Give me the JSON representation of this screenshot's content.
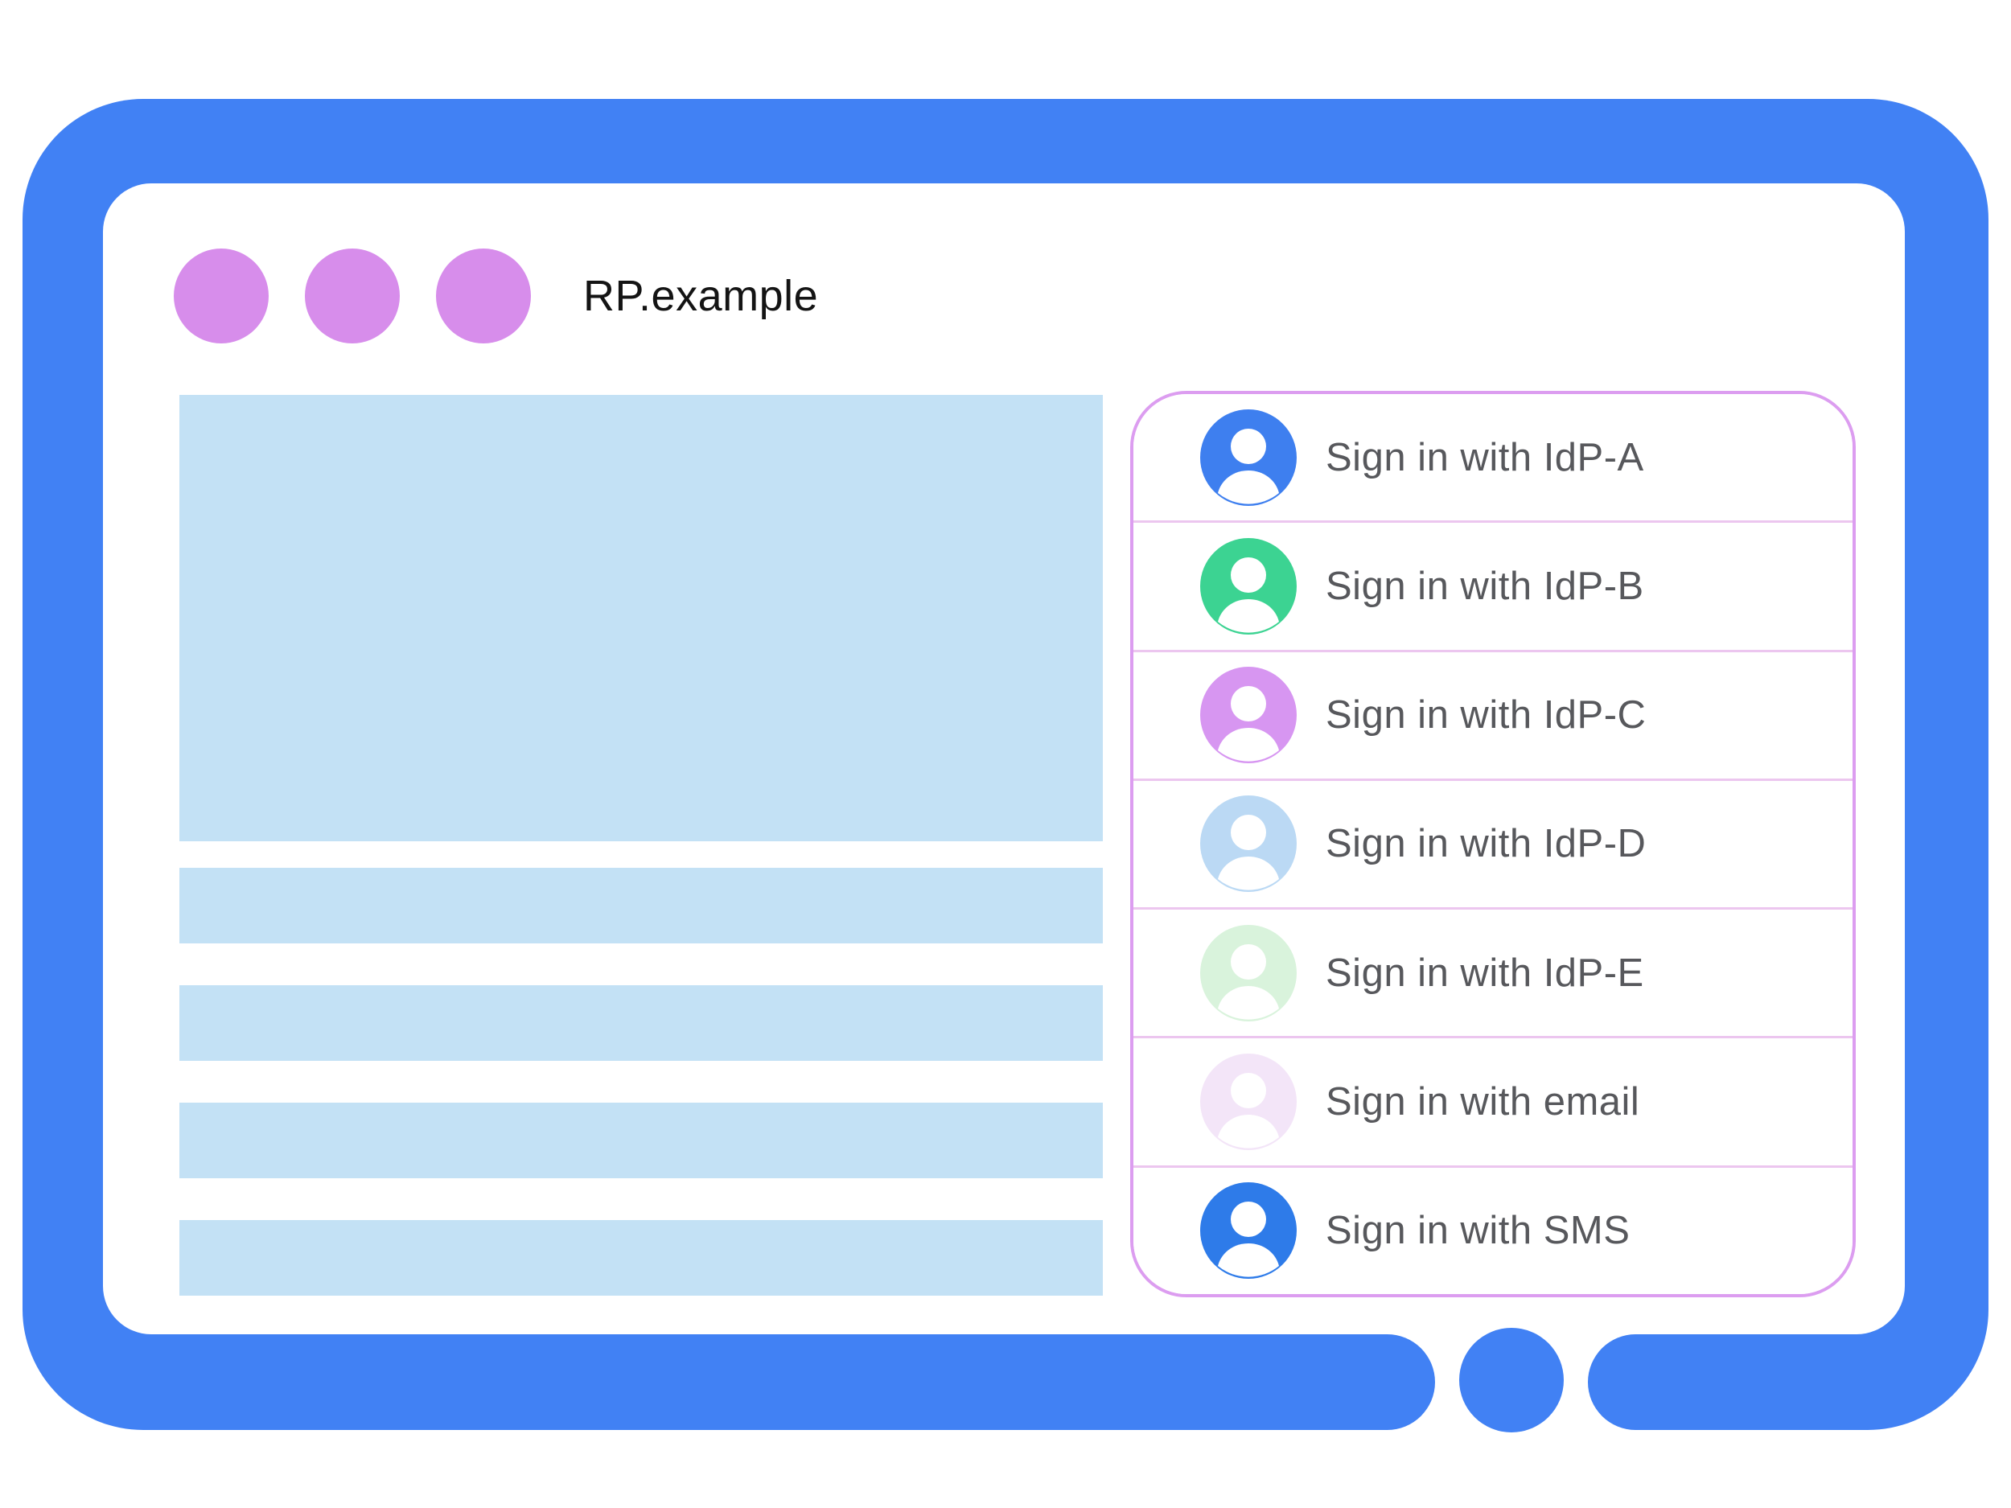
{
  "browser": {
    "address_text": "RP.example",
    "window_dots_count": 3
  },
  "signin_panel": {
    "items": [
      {
        "label": "Sign in with IdP-A",
        "avatar_color": "#3E7FEF"
      },
      {
        "label": "Sign in with IdP-B",
        "avatar_color": "#3CD392"
      },
      {
        "label": "Sign in with IdP-C",
        "avatar_color": "#D796F1"
      },
      {
        "label": "Sign in with IdP-D",
        "avatar_color": "#BBD9F4"
      },
      {
        "label": "Sign in with IdP-E",
        "avatar_color": "#D9F3DC"
      },
      {
        "label": "Sign in with email",
        "avatar_color": "#F3E5F8"
      },
      {
        "label": "Sign in with SMS",
        "avatar_color": "#2E7BE9"
      }
    ]
  },
  "colors": {
    "frame_blue": "#4181F4",
    "dot_purple": "#D78DEB",
    "placeholder_blue": "#C3E1F5",
    "panel_border": "#DC9DF0",
    "panel_divider": "#ECC6EF",
    "label_gray": "#57585C",
    "title_black": "#141414"
  }
}
